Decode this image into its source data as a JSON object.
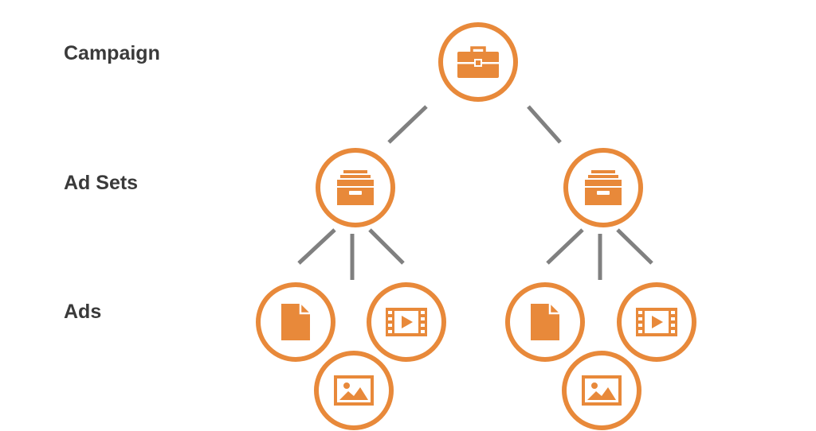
{
  "levels": {
    "campaign": "Campaign",
    "ad_sets": "Ad Sets",
    "ads": "Ads"
  },
  "colors": {
    "accent": "#e8893a",
    "connector": "#808080",
    "label": "#3a3a3a"
  },
  "tree": {
    "root": {
      "icon": "briefcase-icon"
    },
    "ad_sets": [
      {
        "icon": "file-box-icon",
        "ads": [
          "document-icon",
          "video-icon",
          "image-icon"
        ]
      },
      {
        "icon": "file-box-icon",
        "ads": [
          "document-icon",
          "video-icon",
          "image-icon"
        ]
      }
    ]
  }
}
